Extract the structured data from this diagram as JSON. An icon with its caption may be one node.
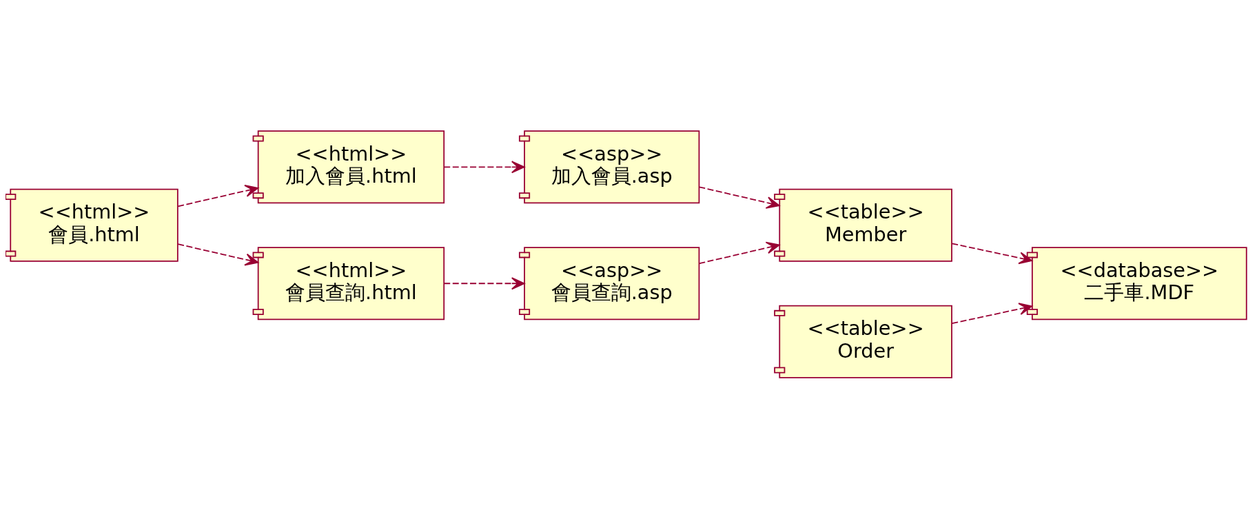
{
  "diagram": {
    "nodes": [
      {
        "text": [
          "<<database>>",
          "二手車.MDF"
        ]
      },
      {
        "text": [
          "<<html>>",
          "加入會員.html"
        ]
      },
      {
        "text": [
          "<<asp>>",
          "加入會員.asp"
        ]
      },
      {
        "text": [
          "<<html>>",
          "會員.html"
        ]
      },
      {
        "text": [
          "<<table>>",
          "Member"
        ]
      },
      {
        "text": [
          "<<table>>",
          "Order"
        ]
      },
      {
        "text": [
          "<<html>>",
          "會員查詢.html"
        ]
      },
      {
        "text": [
          "<<asp>>",
          "會員查詢.asp"
        ]
      }
    ],
    "edges": [
      {
        "from": 3,
        "to": 1,
        "arrow": "to",
        "style": "dashed"
      },
      {
        "from": 3,
        "to": 6,
        "arrow": "to",
        "style": "dashed"
      },
      {
        "from": 1,
        "to": 2,
        "arrow": "to",
        "style": "dashed"
      },
      {
        "from": 6,
        "to": 7,
        "arrow": "to",
        "style": "dashed"
      },
      {
        "from": 2,
        "to": 4,
        "arrow": "to",
        "style": "dashed"
      },
      {
        "from": 7,
        "to": 4,
        "arrow": "to",
        "style": "dashed"
      },
      {
        "from": 4,
        "to": 0,
        "arrow": "to",
        "style": "dashed"
      },
      {
        "from": 5,
        "to": 0,
        "arrow": "to",
        "style": "dashed"
      }
    ]
  }
}
